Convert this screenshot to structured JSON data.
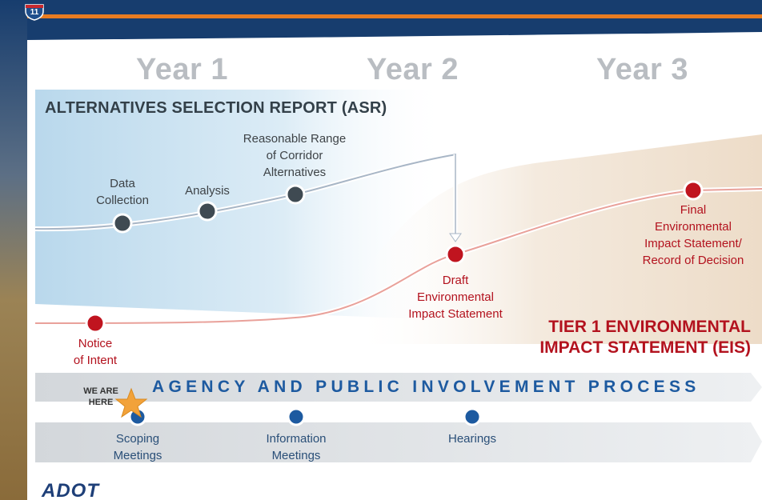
{
  "header": {
    "shield_text": "11"
  },
  "years": [
    "Year 1",
    "Year 2",
    "Year 3"
  ],
  "asr": {
    "title": "ALTERNATIVES SELECTION REPORT (ASR)",
    "milestones": [
      {
        "lines": [
          "Data",
          "Collection"
        ]
      },
      {
        "lines": [
          "Analysis"
        ]
      },
      {
        "lines": [
          "Reasonable Range",
          "of Corridor",
          "Alternatives"
        ]
      }
    ]
  },
  "eis": {
    "title_lines": [
      "TIER 1 ENVIRONMENTAL",
      "IMPACT STATEMENT (EIS)"
    ],
    "milestones": [
      {
        "lines": [
          "Notice",
          "of Intent"
        ]
      },
      {
        "lines": [
          "Draft",
          "Environmental",
          "Impact Statement"
        ]
      },
      {
        "lines": [
          "Final",
          "Environmental",
          "Impact Statement/",
          "Record of Decision"
        ]
      }
    ]
  },
  "involvement": {
    "title": "AGENCY AND PUBLIC INVOLVEMENT PROCESS",
    "we_are_here": [
      "WE ARE",
      "HERE"
    ],
    "milestones": [
      {
        "lines": [
          "Scoping",
          "Meetings"
        ]
      },
      {
        "lines": [
          "Information",
          "Meetings"
        ]
      },
      {
        "lines": [
          "Hearings"
        ]
      }
    ]
  },
  "footer": {
    "logo_text": "ADOT"
  },
  "colors": {
    "accent_red": "#b3121e",
    "asr_dot": "#3f4a52",
    "involvement_blue": "#1d5aa0",
    "header_navy": "#173d6e",
    "star": "#f2a23a"
  }
}
